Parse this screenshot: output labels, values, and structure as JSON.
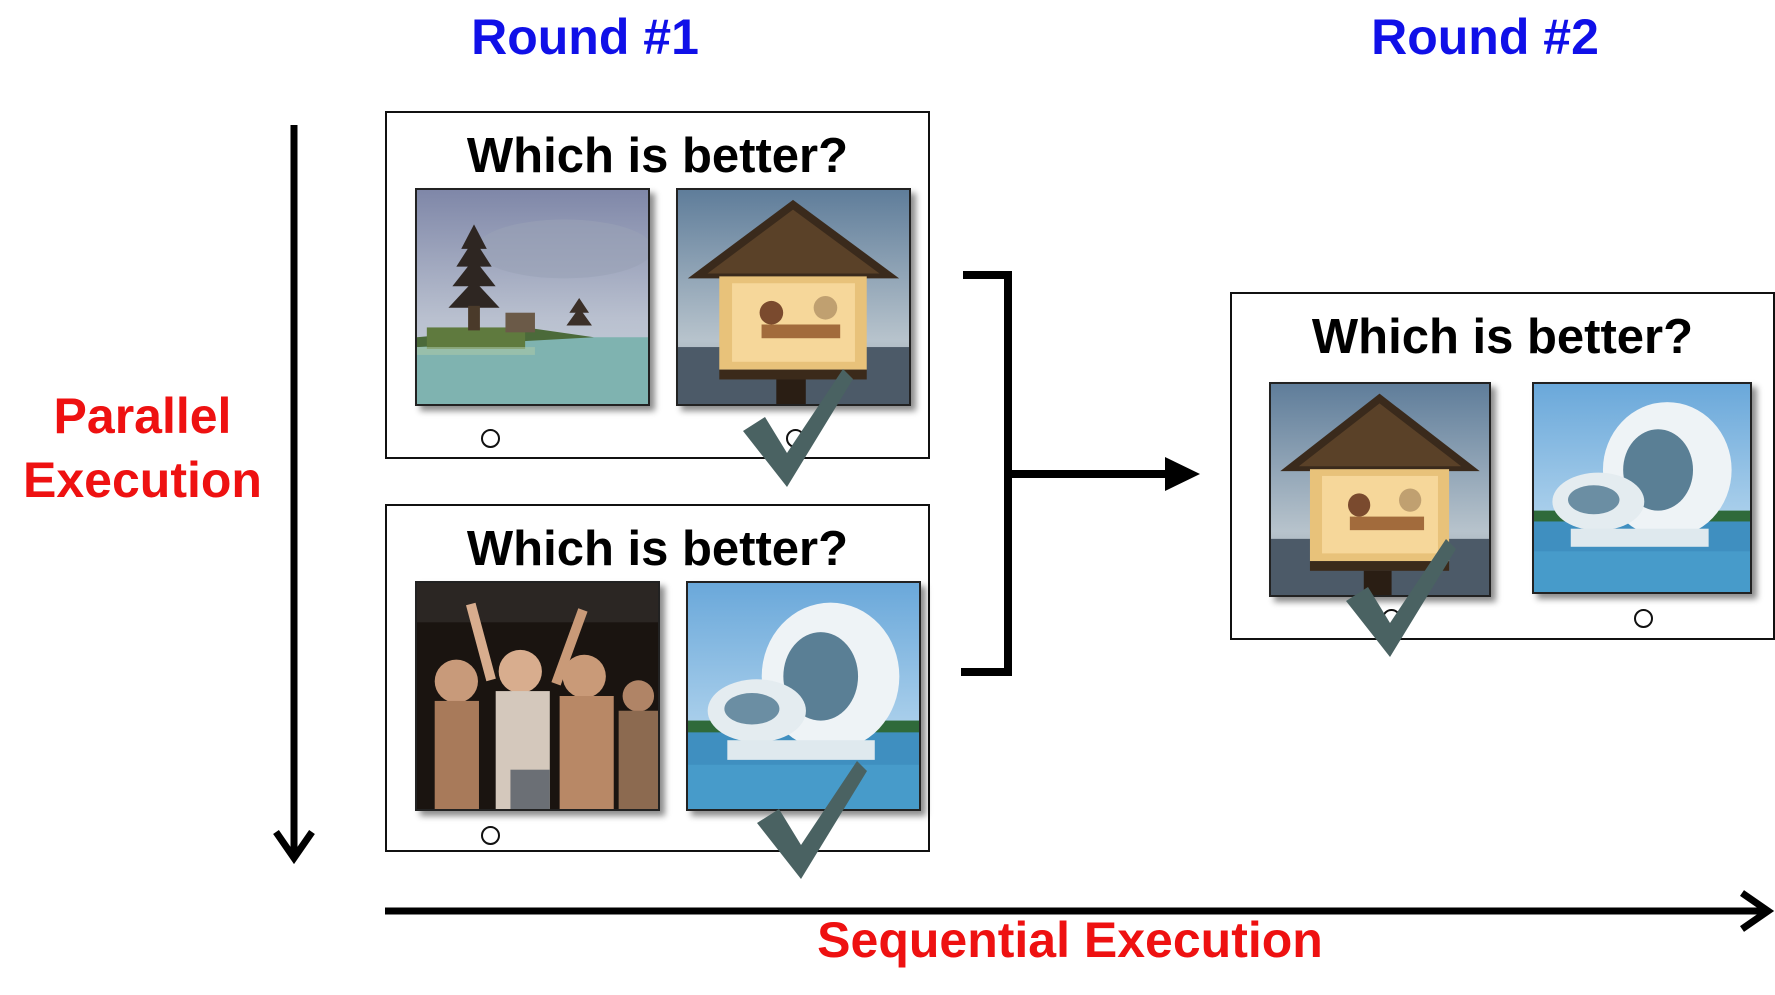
{
  "rounds": {
    "round1_title": "Round #1",
    "round2_title": "Round #2"
  },
  "axes": {
    "parallel_line1": "Parallel",
    "parallel_line2": "Execution",
    "sequential": "Sequential Execution"
  },
  "panels": {
    "top_left_question": "Which is better?",
    "bottom_left_question": "Which is better?",
    "right_question": "Which is better?"
  },
  "images": {
    "temple": "temple-on-lake-image",
    "hut": "beach-hut-dinner-image",
    "party": "party-crowd-image",
    "futuristic": "futuristic-building-image"
  },
  "selections": {
    "panel_top_left": "right",
    "panel_bottom_left": "right",
    "panel_round2": "left"
  },
  "colors": {
    "round_title": "#1010e8",
    "axis_label": "#ee1111",
    "checkmark": "#4a6262"
  }
}
